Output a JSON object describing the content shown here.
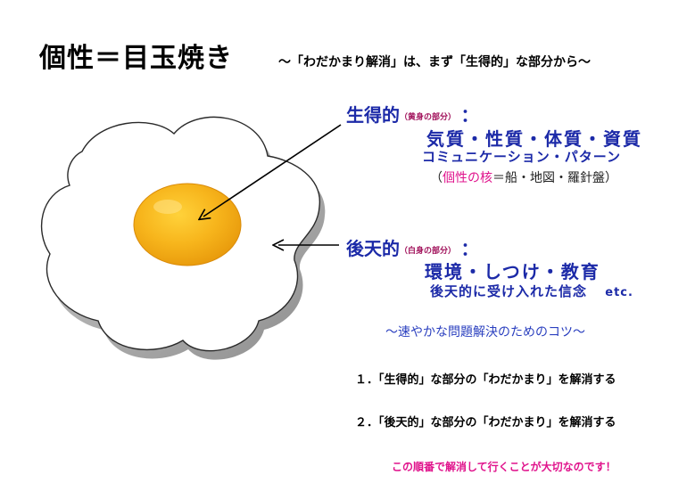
{
  "title": "個性＝目玉焼き",
  "subtitle": "～「わだかまり解消」は、まず「生得的」な部分から～",
  "innate": {
    "label": "生得的",
    "paren": "（黄身の部分）",
    "colon": "：",
    "line1": "気質・性質・体質・資質",
    "line2": "コミュニケーション・パターン",
    "note_open": "（",
    "note_core": "個性の核",
    "note_rest": "＝船・地図・羅針盤）"
  },
  "acquired": {
    "label": "後天的",
    "paren": "（白身の部分）",
    "colon": "：",
    "line1": "環境・しつけ・教育",
    "line2": "後天的に受け入れた信念",
    "etc": "etc."
  },
  "tips": {
    "heading": "～速やかな問題解決のためのコツ～",
    "step1": "１．「生得的」な部分の「わだかまり」を解消する",
    "step2": "２．「後天的」な部分の「わだかまり」を解消する",
    "closing": "この順番で解消して行くことが大切なのです！"
  },
  "colors": {
    "heading_blue": "#1c2aa8",
    "accent_magenta": "#e0138c",
    "yolk": "#f5b41e",
    "egg_white": "#ffffff"
  }
}
